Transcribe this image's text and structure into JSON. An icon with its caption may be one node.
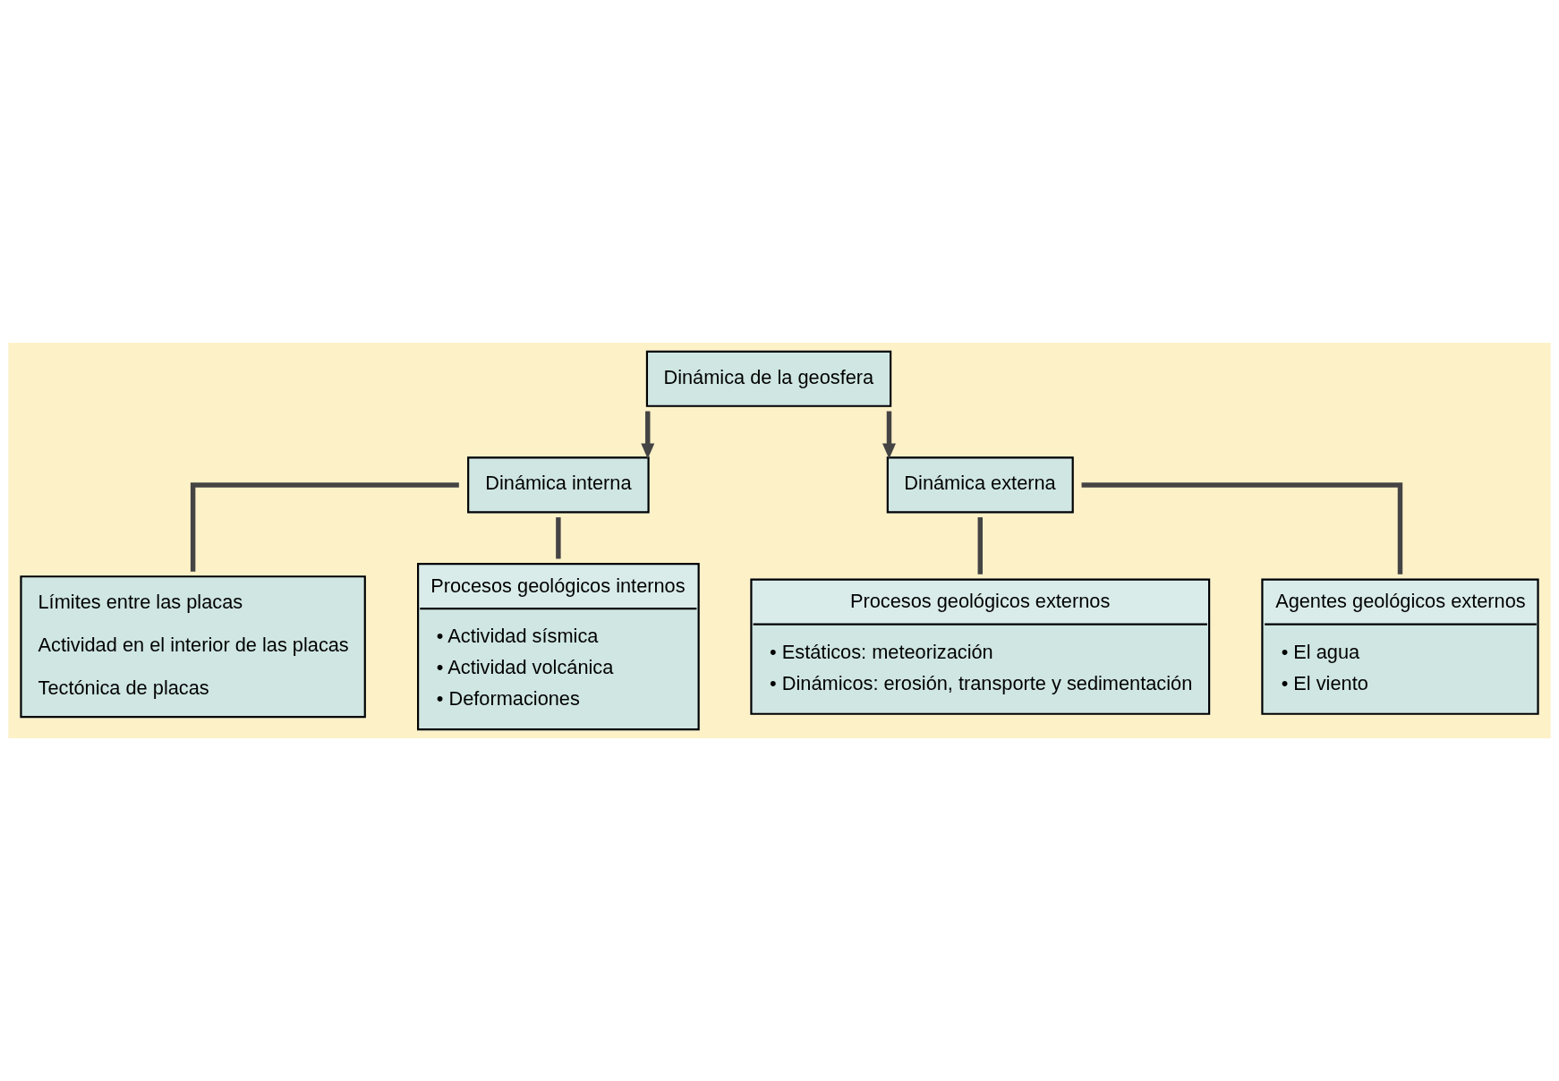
{
  "diagram": {
    "nodes": [
      {
        "text": [
          "Dinámica de la geosfera"
        ]
      },
      {
        "text": [
          "Dinámica interna"
        ]
      },
      {
        "text": [
          "Dinámica externa"
        ]
      },
      {
        "text": [
          "Límites entre las placas",
          "Actividad en el interior de las placas",
          "Tectónica de placas"
        ]
      },
      {
        "text": [
          "Procesos geológicos internos",
          "• Actividad sísmica",
          "• Actividad volcánica",
          "• Deformaciones"
        ]
      },
      {
        "text": [
          "Procesos geológicos externos",
          "• Estáticos: meteorización",
          "• Dinámicos: erosión, transporte y sedimentación"
        ]
      },
      {
        "text": [
          "Agentes geológicos externos",
          "• El agua",
          "• El viento"
        ]
      }
    ],
    "edges": [
      {
        "from": 0,
        "to": 1,
        "arrow": "to"
      },
      {
        "from": 0,
        "to": 2,
        "arrow": "to"
      },
      {
        "from": 1,
        "to": 3,
        "arrow": "none"
      },
      {
        "from": 1,
        "to": 4,
        "arrow": "none"
      },
      {
        "from": 2,
        "to": 5,
        "arrow": "none"
      },
      {
        "from": 2,
        "to": 6,
        "arrow": "none"
      }
    ]
  }
}
